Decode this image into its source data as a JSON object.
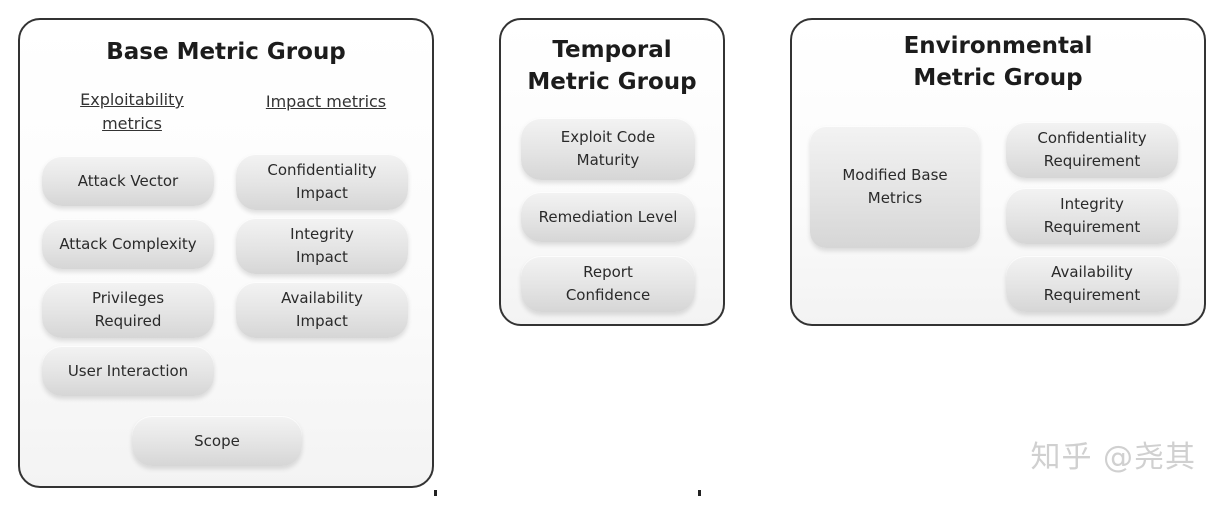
{
  "base_group": {
    "title": "Base Metric Group",
    "exploitability_header": "Exploitability\nmetrics",
    "impact_header": "Impact metrics",
    "attack_vector": "Attack Vector",
    "attack_complexity": "Attack Complexity",
    "privileges_required": "Privileges\nRequired",
    "user_interaction": "User Interaction",
    "confidentiality_impact": "Confidentiality\nImpact",
    "integrity_impact": "Integrity\nImpact",
    "availability_impact": "Availability\nImpact",
    "scope": "Scope"
  },
  "temporal_group": {
    "title": "Temporal\nMetric Group",
    "exploit_code_maturity": "Exploit Code\nMaturity",
    "remediation_level": "Remediation Level",
    "report_confidence": "Report\nConfidence"
  },
  "environmental_group": {
    "title": "Environmental\nMetric Group",
    "modified_base_metrics": "Modified Base\nMetrics",
    "confidentiality_requirement": "Confidentiality\nRequirement",
    "integrity_requirement": "Integrity\nRequirement",
    "availability_requirement": "Availability\nRequirement"
  },
  "watermark": "知乎 @尧其"
}
